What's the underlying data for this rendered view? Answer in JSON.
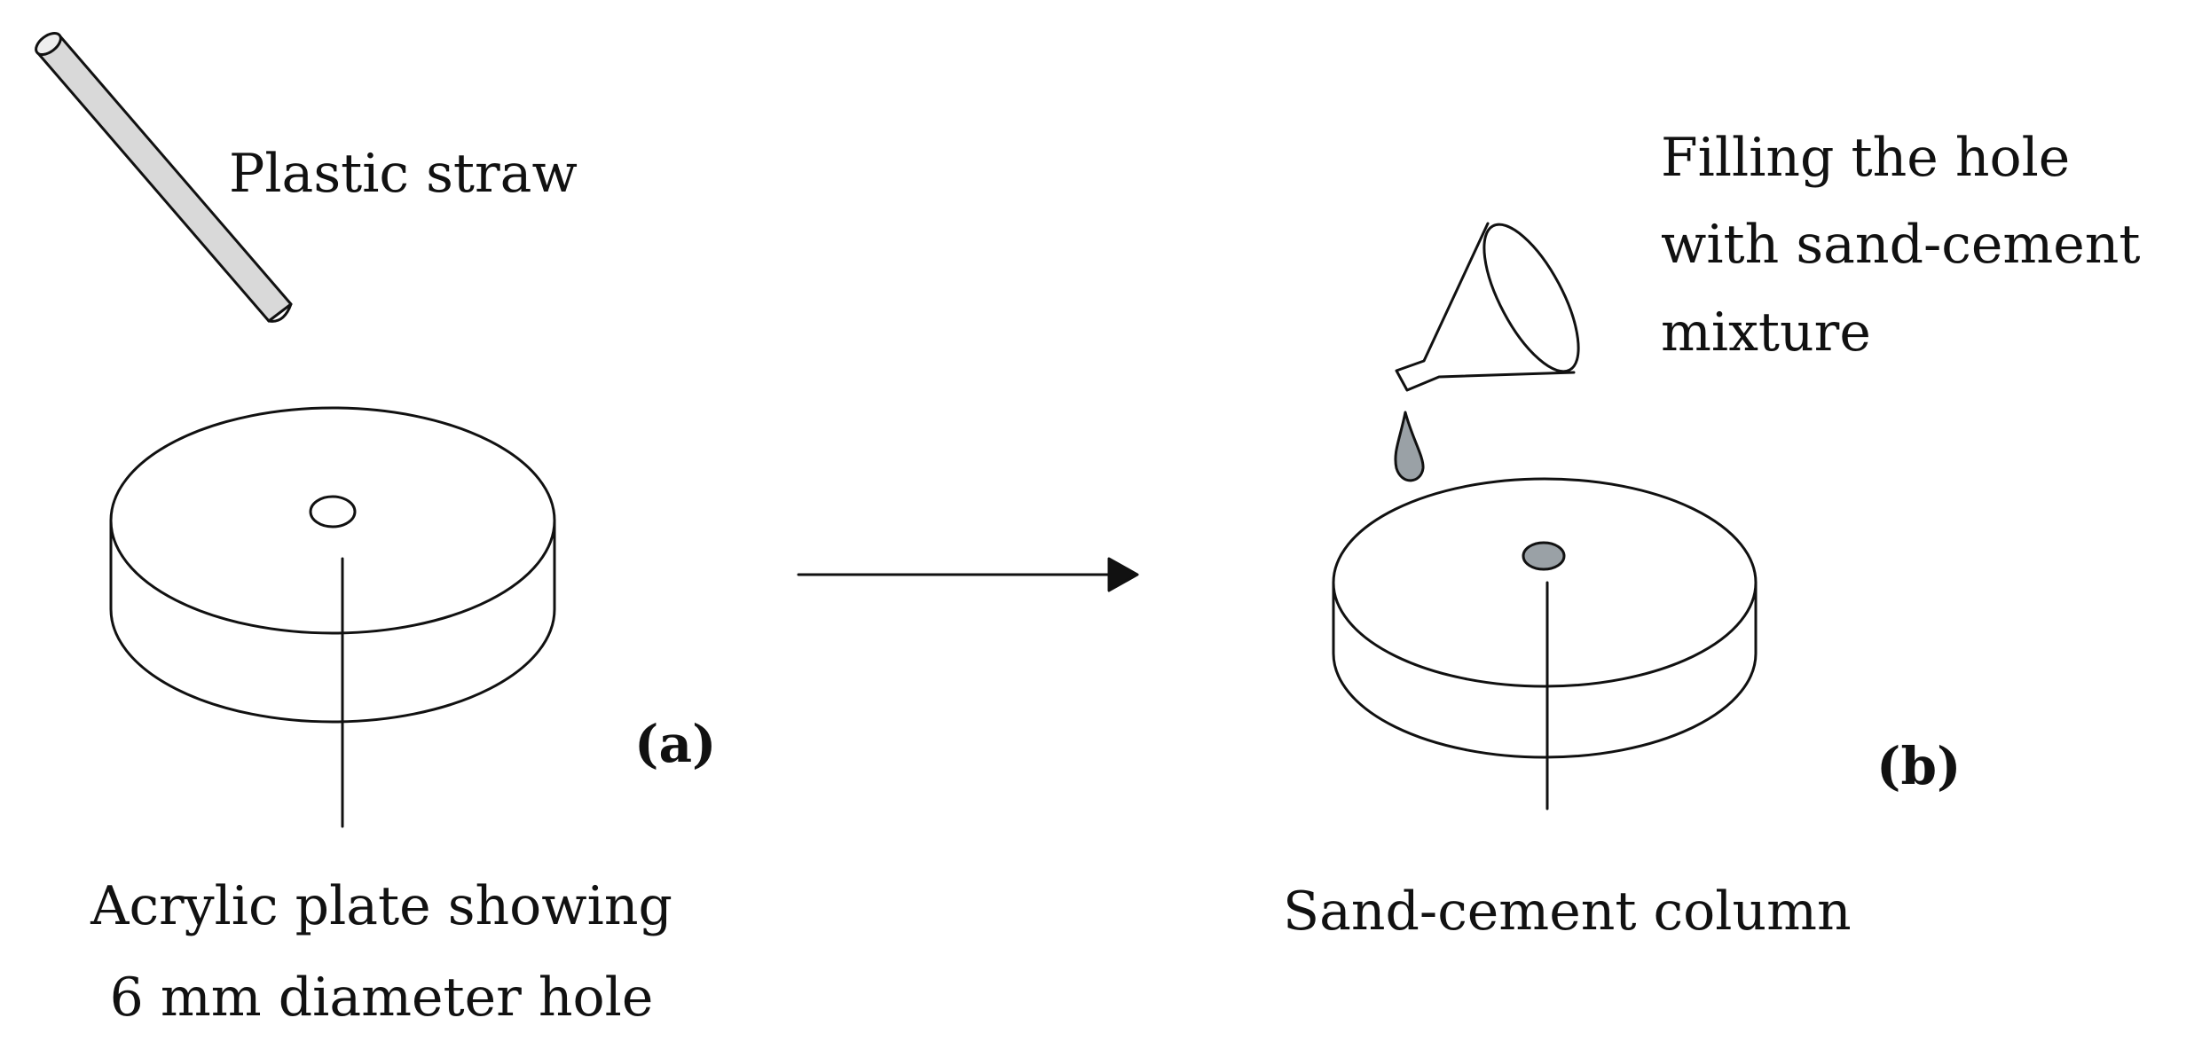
{
  "panel_a": {
    "straw_label": "Plastic straw",
    "plate_label_line1": "Acrylic plate showing",
    "plate_label_line2": "6 mm diameter hole",
    "panel_label": "(a)"
  },
  "panel_b": {
    "fill_label_line1": "Filling the hole",
    "fill_label_line2": "with sand-cement",
    "fill_label_line3": "mixture",
    "column_label": "Sand-cement column",
    "panel_label": "(b)"
  },
  "colors": {
    "stroke": "#111111",
    "straw_fill": "#d9d9d9",
    "mixture_fill": "#9aa1a6"
  }
}
